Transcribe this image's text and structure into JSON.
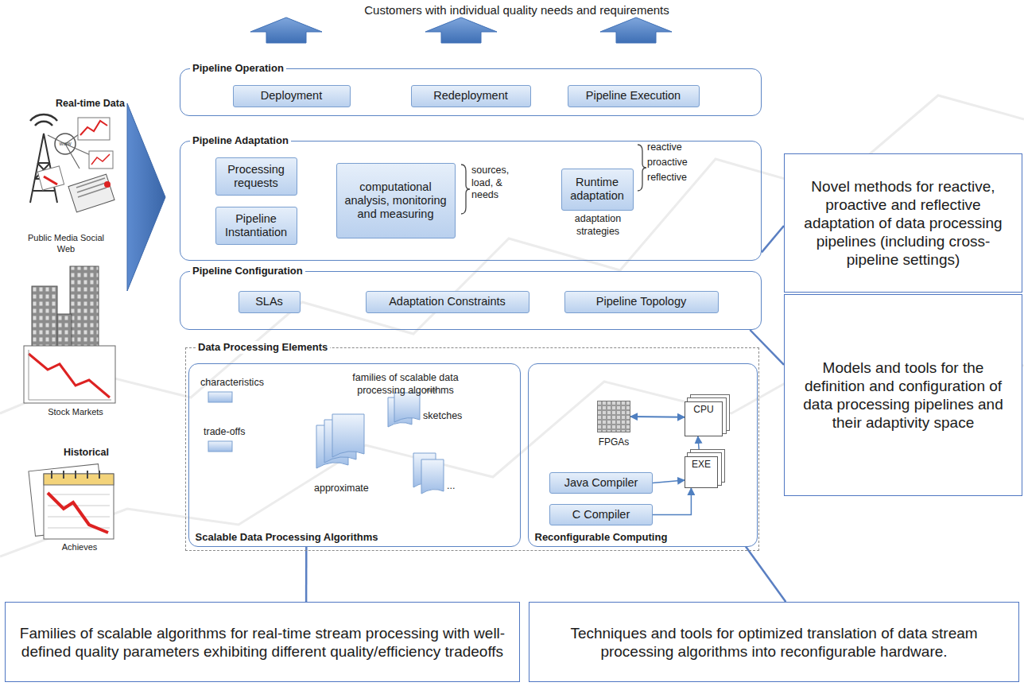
{
  "diagram": {
    "nodes": [
      {
        "text": [
          "Pipeline Operation"
        ]
      },
      {
        "text": [
          "Deployment"
        ],
        "in": 0
      },
      {
        "text": [
          "Redeployment"
        ],
        "in": 0
      },
      {
        "text": [
          "Pipeline Execution"
        ],
        "in": 0
      },
      {
        "text": [
          "Pipeline Adaptation"
        ]
      },
      {
        "text": [
          "Processing requests"
        ],
        "in": 4
      },
      {
        "text": [
          "Pipeline Instantiation"
        ],
        "in": 4
      },
      {
        "text": [
          "computational analysis, monitoring and measuring"
        ],
        "in": 4
      },
      {
        "text": [
          "Runtime adaptation"
        ],
        "in": 4
      },
      {
        "text": [
          "Pipeline Configuration"
        ]
      },
      {
        "text": [
          "SLAs"
        ],
        "in": 9
      },
      {
        "text": [
          "Adaptation Constraints"
        ],
        "in": 9
      },
      {
        "text": [
          "Pipeline Topology"
        ],
        "in": 9
      },
      {
        "text": [
          "Data Processing Elements"
        ]
      },
      {
        "text": [
          "Scalable Data Processing Algorithms"
        ],
        "in": 13
      },
      {
        "text": [
          "Reconfigurable Computing"
        ],
        "in": 13
      },
      {
        "text": [
          "FPGAs"
        ],
        "in": 15
      },
      {
        "text": [
          "CPU"
        ],
        "in": 15
      },
      {
        "text": [
          "EXE"
        ],
        "in": 15
      },
      {
        "text": [
          "Java Compiler"
        ],
        "in": 15
      },
      {
        "text": [
          "C Compiler"
        ],
        "in": 15
      },
      {
        "text": [
          "Novel methods for reactive, proactive and reflective adaptation of data processing pipelines (including cross-pipeline settings)"
        ]
      },
      {
        "text": [
          "Models and tools for the definition and configuration of data processing pipelines and their adaptivity space"
        ]
      },
      {
        "text": [
          "Families of scalable algorithms for real-time stream processing with well-defined quality parameters exhibiting different quality/efficiency tradeoffs"
        ]
      },
      {
        "text": [
          "Techniques and tools for optimized translation of data stream processing algorithms into reconfigurable hardware."
        ]
      }
    ],
    "edges": [
      {
        "from": 21,
        "to": 4,
        "arrow": "none"
      },
      {
        "from": 22,
        "to": 9,
        "arrow": "none"
      },
      {
        "from": 23,
        "to": 14,
        "arrow": "none"
      },
      {
        "from": 24,
        "to": 15,
        "arrow": "none"
      },
      {
        "from": 16,
        "to": 17,
        "arrow": "both"
      },
      {
        "from": 18,
        "to": 17,
        "arrow": "to"
      },
      {
        "from": 19,
        "to": 18,
        "arrow": "to"
      },
      {
        "from": 20,
        "to": 18,
        "arrow": "to"
      }
    ],
    "labels": [
      "Customers with individual quality needs and requirements",
      "sources, load, & needs",
      "reactive",
      "proactive",
      "reflective",
      "adaptation strategies",
      "families of scalable data processing algorithms",
      "characteristics",
      "trade-offs",
      "approximate",
      "sketches",
      "...",
      "Real-time Data",
      "Public Media Social Web",
      "Stock Markets",
      "Historical",
      "Achieves",
      "www",
      "www"
    ]
  }
}
